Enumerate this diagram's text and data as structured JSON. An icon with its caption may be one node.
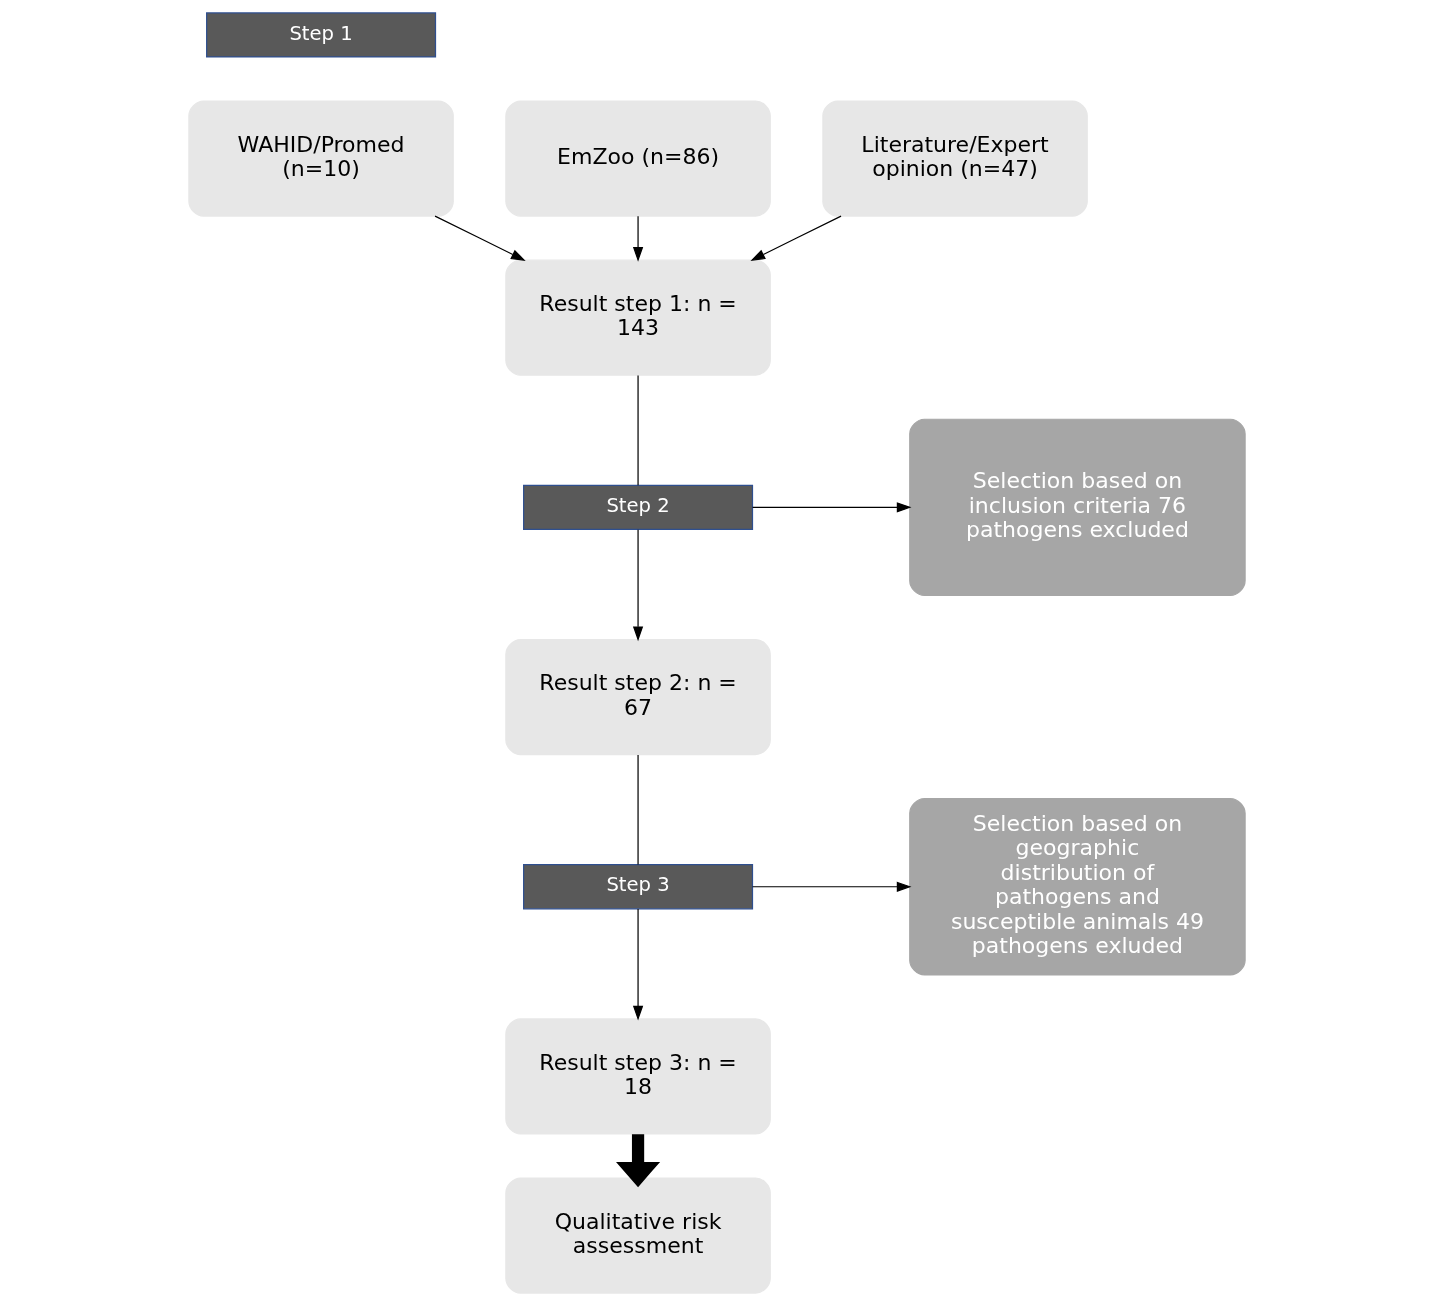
{
  "diagram": {
    "nodes": [
      {
        "text": [
          "Step 1"
        ]
      },
      {
        "text": [
          "EmZoo (n=86)"
        ]
      },
      {
        "text": [
          "WAHID/Promed (n=10)"
        ]
      },
      {
        "text": [
          "Literature/Expert opinion (n=47)"
        ]
      },
      {
        "text": [
          "Result step 1: n = 143"
        ]
      },
      {
        "text": [
          "Step 2"
        ]
      },
      {
        "text": [
          "Selection based on inclusion criteria 76 pathogens excluded"
        ]
      },
      {
        "text": [
          "Result step 2: n = 67"
        ]
      },
      {
        "text": [
          "Step 3"
        ]
      },
      {
        "text": [
          "Selection based on geographic distribution of pathogens and susceptible animals 49 pathogens exluded"
        ]
      },
      {
        "text": [
          "Result step 3: n = 18"
        ]
      },
      {
        "text": [
          "Qualitative risk assessment"
        ]
      }
    ],
    "edges": [
      {
        "from": 1,
        "to": 4,
        "arrow": "to"
      },
      {
        "from": 2,
        "to": 4,
        "arrow": "to"
      },
      {
        "from": 3,
        "to": 4,
        "arrow": "to"
      },
      {
        "from": 4,
        "to": 5,
        "arrow": "none"
      },
      {
        "from": 5,
        "to": 7,
        "arrow": "to"
      },
      {
        "from": 5,
        "to": 6,
        "arrow": "to"
      },
      {
        "from": 7,
        "to": 8,
        "arrow": "none"
      },
      {
        "from": 8,
        "to": 10,
        "arrow": "to"
      },
      {
        "from": 8,
        "to": 9,
        "arrow": "to"
      },
      {
        "from": 10,
        "to": 11,
        "arrow": "to",
        "style": "thick"
      }
    ]
  }
}
